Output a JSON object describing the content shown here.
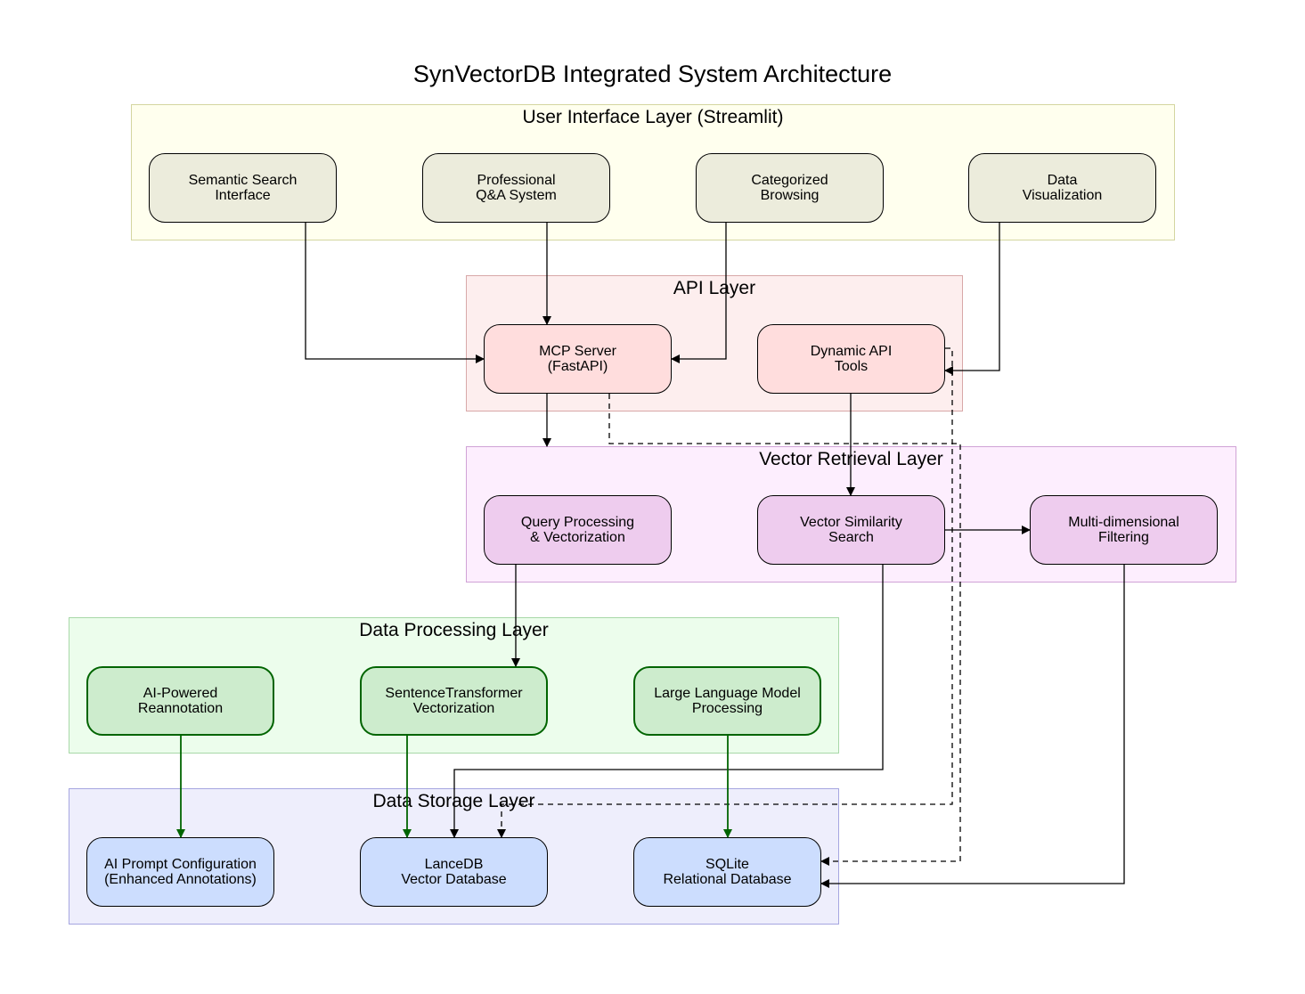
{
  "title": "SynVectorDB Integrated System Architecture",
  "colors": {
    "ui_layer_fill": "#ffffee",
    "ui_layer_border": "#d4d6a0",
    "ui_node_fill": "#ececdc",
    "api_layer_fill": "#fdeeee",
    "api_layer_border": "#d8a8a8",
    "api_node_fill": "#ffdddd",
    "vector_layer_fill": "#fdeefe",
    "vector_layer_border": "#d0a2d6",
    "vector_node_fill": "#eeccee",
    "processing_layer_fill": "#ecfdec",
    "processing_layer_border": "#a8d8a8",
    "processing_node_fill": "#cdeccd",
    "processing_node_border": "#006400",
    "storage_layer_fill": "#eeeefc",
    "storage_layer_border": "#a6a6e0",
    "storage_node_fill": "#ccddfe",
    "edge": "#000000",
    "edge_green": "#006400"
  },
  "layers": {
    "ui": {
      "title": "User Interface Layer (Streamlit)",
      "nodes": {
        "semantic_search": "Semantic Search\nInterface",
        "qa_system": "Professional\nQ&A System",
        "categorized_browsing": "Categorized\nBrowsing",
        "data_visualization": "Data\nVisualization"
      }
    },
    "api": {
      "title": "API Layer",
      "nodes": {
        "mcp_server": "MCP Server\n(FastAPI)",
        "dynamic_api_tools": "Dynamic API\nTools"
      }
    },
    "vector": {
      "title": "Vector Retrieval Layer",
      "nodes": {
        "query_processing": "Query Processing\n& Vectorization",
        "vector_similarity": "Vector Similarity\nSearch",
        "multi_filtering": "Multi-dimensional\nFiltering"
      }
    },
    "processing": {
      "title": "Data Processing Layer",
      "nodes": {
        "ai_reannotation": "AI-Powered\nReannotation",
        "sentence_transformer": "SentenceTransformer\nVectorization",
        "llm_processing": "Large Language Model\nProcessing"
      }
    },
    "storage": {
      "title": "Data Storage Layer",
      "nodes": {
        "ai_prompt_config": "AI Prompt Configuration\n(Enhanced Annotations)",
        "lancedb": "LanceDB\nVector Database",
        "sqlite": "SQLite\nRelational Database"
      }
    }
  },
  "edges": [
    {
      "from": "semantic_search",
      "to": "mcp_server",
      "style": "solid"
    },
    {
      "from": "qa_system",
      "to": "mcp_server",
      "style": "solid"
    },
    {
      "from": "categorized_browsing",
      "to": "mcp_server",
      "style": "solid"
    },
    {
      "from": "data_visualization",
      "to": "dynamic_api_tools",
      "style": "solid"
    },
    {
      "from": "mcp_server",
      "to": "vector_retrieval_layer",
      "style": "solid"
    },
    {
      "from": "mcp_server",
      "to": "sqlite",
      "style": "dashed"
    },
    {
      "from": "dynamic_api_tools",
      "to": "vector_similarity",
      "style": "solid"
    },
    {
      "from": "dynamic_api_tools",
      "to": "lancedb",
      "style": "dashed"
    },
    {
      "from": "vector_similarity",
      "to": "multi_filtering",
      "style": "solid"
    },
    {
      "from": "query_processing",
      "to": "sentence_transformer",
      "style": "solid"
    },
    {
      "from": "vector_similarity",
      "to": "lancedb",
      "style": "solid"
    },
    {
      "from": "multi_filtering",
      "to": "sqlite",
      "style": "solid"
    },
    {
      "from": "ai_reannotation",
      "to": "ai_prompt_config",
      "style": "green"
    },
    {
      "from": "sentence_transformer",
      "to": "lancedb",
      "style": "green"
    },
    {
      "from": "llm_processing",
      "to": "sqlite",
      "style": "green"
    }
  ]
}
